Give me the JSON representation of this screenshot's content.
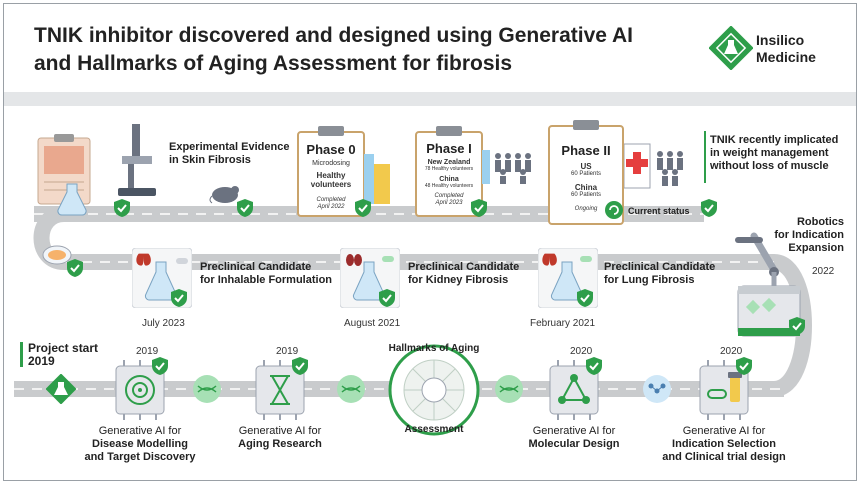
{
  "header": {
    "title_line1": "TNIK inhibitor discovered and designed using Generative AI",
    "title_line2": "and Hallmarks of Aging Assessment for fibrosis",
    "logo_line1": "Insilico",
    "logo_line2": "Medicine"
  },
  "top_row": {
    "experimental_line1": "Experimental Evidence",
    "experimental_line2": "in Skin Fibrosis",
    "phase0": {
      "title": "Phase 0",
      "line1": "Microdosing",
      "line2": "Healthy",
      "line3": "volunteers",
      "status1": "Completed",
      "status2": "April 2022"
    },
    "phase1": {
      "title": "Phase I",
      "country1": "New Zealand",
      "detail1": "78 Healthy volunteers",
      "country2": "China",
      "detail2": "48 Healthy volunteers",
      "status1": "Completed",
      "status2": "April 2023"
    },
    "phase2": {
      "title": "Phase II",
      "country1": "US",
      "detail1": "60 Patients",
      "country2": "China",
      "detail2": "60 Patients",
      "status": "Ongoing"
    },
    "current_status": "Current status",
    "tnik_line1": "TNIK recently implicated",
    "tnik_line2": "in weight management",
    "tnik_line3": "without loss of muscle"
  },
  "middle_row": {
    "inhalable_line1": "Preclinical Candidate",
    "inhalable_line2": "for Inhalable Formulation",
    "inhalable_date": "July 2023",
    "kidney_line1": "Preclinical Candidate",
    "kidney_line2": "for Kidney Fibrosis",
    "kidney_date": "August 2021",
    "lung_line1": "Preclinical Candidate",
    "lung_line2": "for Lung Fibrosis",
    "lung_date": "February 2021",
    "robotics_line1": "Robotics",
    "robotics_line2": "for Indication",
    "robotics_line3": "Expansion",
    "robotics_year": "2022"
  },
  "bottom_row": {
    "project_start": "Project start",
    "project_year": "2019",
    "disease": {
      "year": "2019",
      "line1": "Generative AI for",
      "line2": "Disease Modelling",
      "line3": "and Target Discovery"
    },
    "aging": {
      "year": "2019",
      "line1": "Generative AI for",
      "line2": "Aging Research"
    },
    "hallmarks_top": "Hallmarks of Aging",
    "hallmarks_bottom": "Assessment",
    "molecular": {
      "year": "2020",
      "line1": "Generative AI for",
      "line2": "Molecular Design"
    },
    "indication": {
      "year": "2020",
      "line1": "Generative AI for",
      "line2": "Indication Selection",
      "line3": "and Clinical trial design"
    }
  },
  "colors": {
    "accent_green": "#2e9e4a",
    "road": "#c9cbcd",
    "road_dash": "#ffffff",
    "text": "#222222"
  }
}
